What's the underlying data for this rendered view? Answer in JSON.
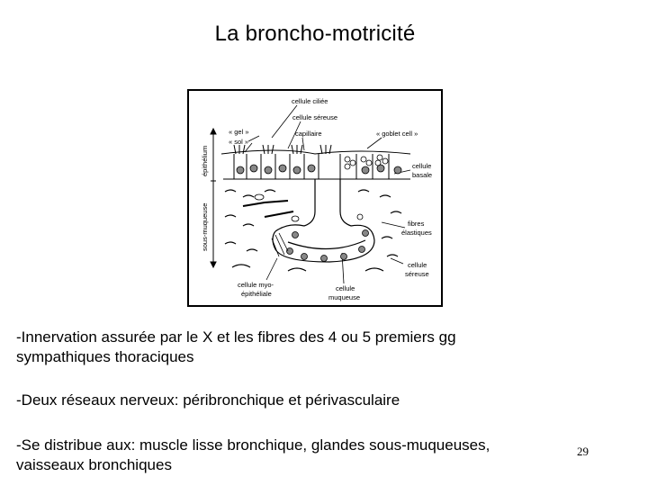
{
  "slide": {
    "title": "La broncho-motricité",
    "page_number": "29"
  },
  "figure": {
    "labels": {
      "cellule_ciliee": "cellule ciliée",
      "cellule_sereuse_top": "cellule séreuse",
      "gel": "« gel »",
      "sol": "« sol »",
      "capillaire": "capillaire",
      "goblet_cell": "« goblet cell »",
      "epithelium": "épithélium",
      "sous_muqueuse": "sous-muqueuse",
      "cellule_basale_1": "cellule",
      "cellule_basale_2": "basale",
      "fibres_elastiques_1": "fibres",
      "fibres_elastiques_2": "élastiques",
      "cellule_sereuse_bottom_1": "cellule",
      "cellule_sereuse_bottom_2": "séreuse",
      "cellule_myo_1": "cellule myo-",
      "cellule_myo_2": "épithéliale",
      "cellule_muqueuse_1": "cellule",
      "cellule_muqueuse_2": "muqueuse"
    }
  },
  "paragraphs": {
    "innervation_line1": "-Innervation assurée par le X et les fibres des 4 ou 5 premiers gg",
    "innervation_line2": "sympathiques thoraciques",
    "reseaux": "-Deux réseaux nerveux: péribronchique et périvasculaire",
    "distribue_line1": "-Se distribue aux: muscle lisse bronchique, glandes sous-muqueuses,",
    "distribue_line2": "vaisseaux bronchiques"
  }
}
